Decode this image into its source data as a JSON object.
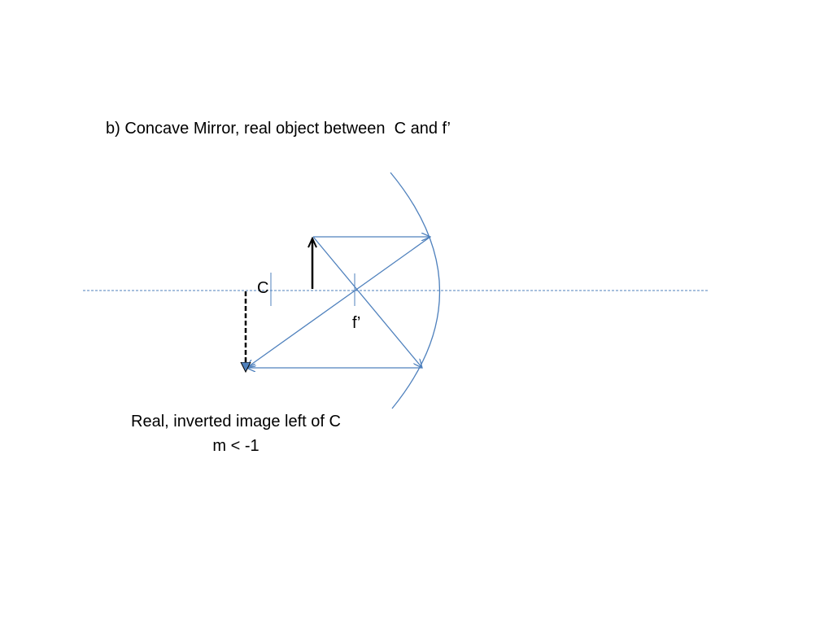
{
  "slide": {
    "title": "b) Concave Mirror, real object between  C and f’",
    "caption_line1": "Real, inverted image left of C",
    "caption_line2": "m < -1"
  },
  "diagram": {
    "labels": {
      "center_of_curvature": "C",
      "focal_point": "f’"
    },
    "colors": {
      "ray": "#4f81bd",
      "axis": "#4f81bd",
      "mirror": "#4f81bd",
      "object": "#000000",
      "image": "#000000"
    }
  }
}
